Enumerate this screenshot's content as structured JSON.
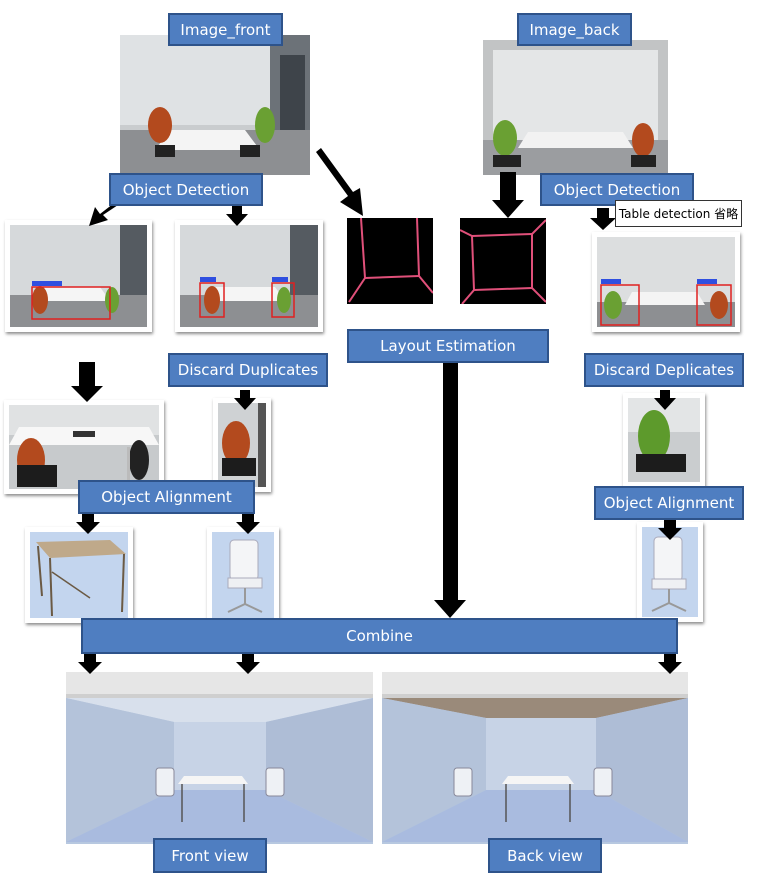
{
  "labels": {
    "image_front": "Image_front",
    "image_back": "Image_back",
    "obj_det_front": "Object Detection",
    "obj_det_back": "Object Detection",
    "table_note": "Table detection 省略",
    "layout": "Layout Estimation",
    "discard_front": "Discard Duplicates",
    "discard_back": "Discard Deplicates",
    "align_front": "Object Alignment",
    "align_back": "Object Alignment",
    "combine": "Combine",
    "front_view": "Front view",
    "back_view": "Back view"
  },
  "colors": {
    "label_fill": "#4f7ec1",
    "label_border": "#2e538a",
    "arrow": "#000000",
    "layout_line": "#e0507a",
    "detection_box_red": "#e02020",
    "detection_box_blue": "#2f4fe0"
  }
}
